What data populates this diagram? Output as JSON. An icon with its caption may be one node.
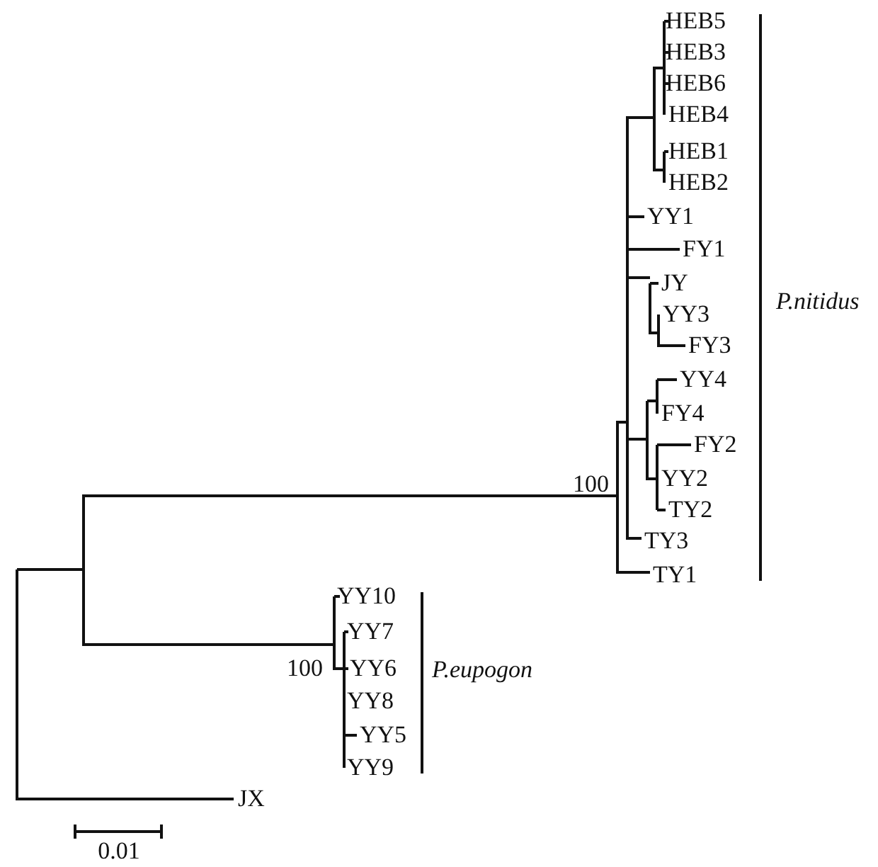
{
  "diagram": {
    "labels": [
      "HEB5",
      "HEB3",
      "HEB6",
      "HEB4",
      "HEB1",
      "HEB2",
      "YY1",
      "FY1",
      "JY",
      "YY3",
      "FY3",
      "YY4",
      "FY4",
      "FY2",
      "YY2",
      "TY2",
      "TY3",
      "TY1",
      "P.nitidus",
      "100",
      "YY10",
      "YY7",
      "YY6",
      "YY8",
      "YY5",
      "YY9",
      "100",
      "P.eupogon",
      "JX",
      "0.01"
    ]
  }
}
